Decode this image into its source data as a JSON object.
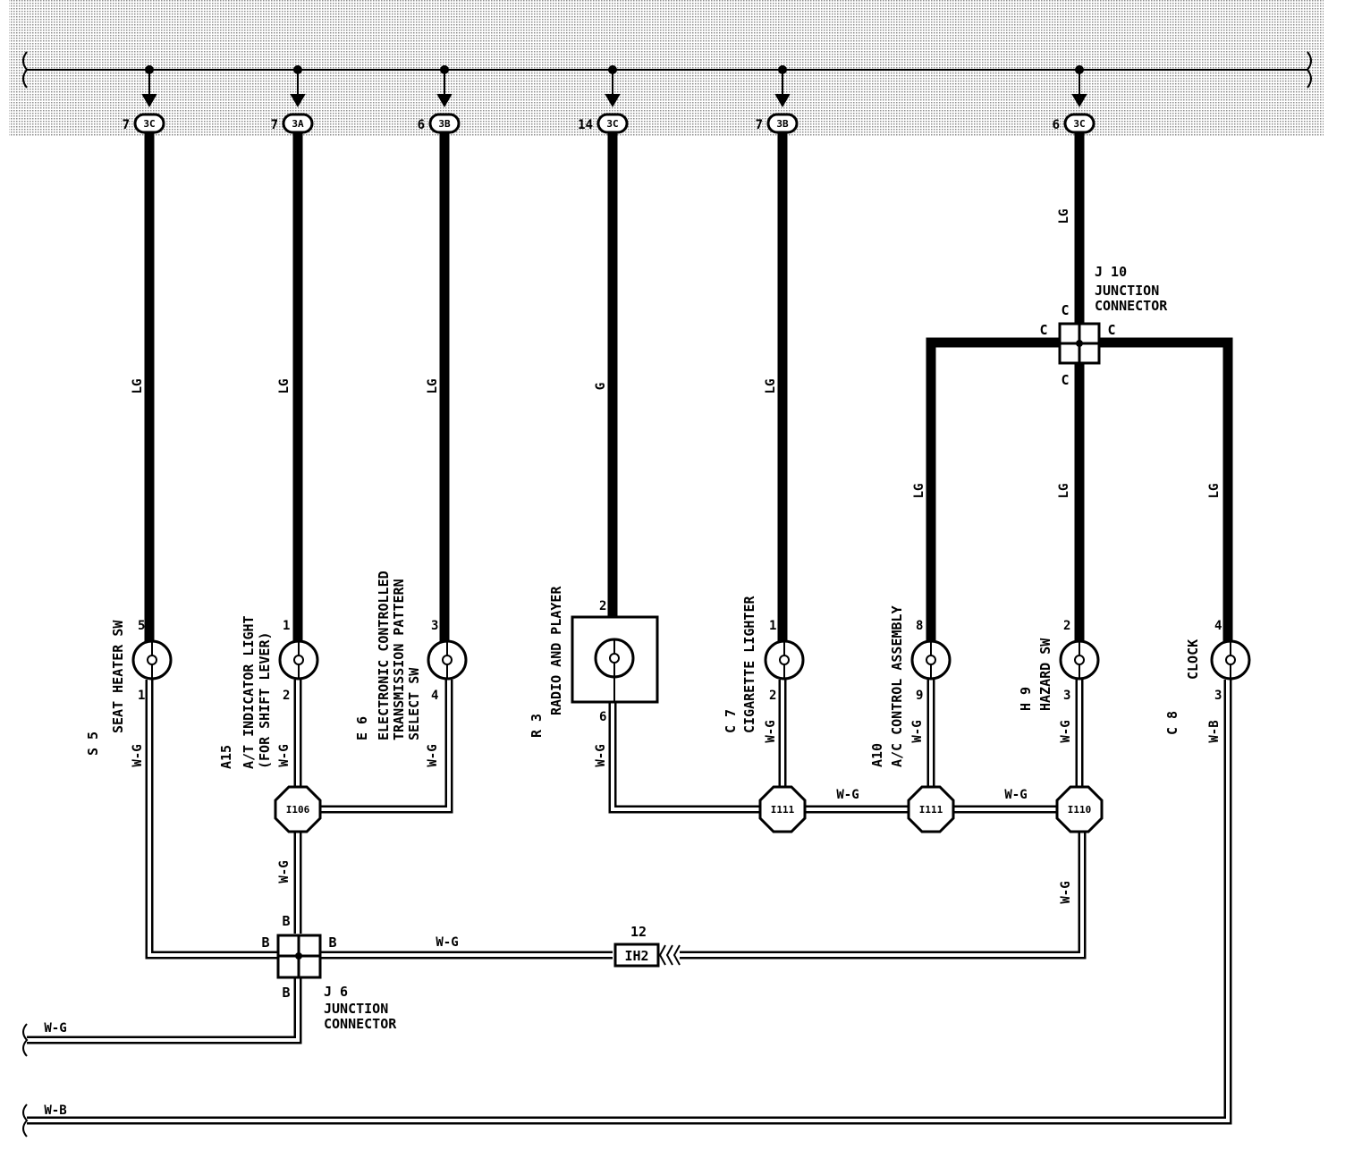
{
  "colors": {
    "wire": "#000000",
    "panel_shade": "#d8d8d8",
    "background": "#ffffff"
  },
  "top_connectors": [
    {
      "pin": "7",
      "code": "3C"
    },
    {
      "pin": "7",
      "code": "3A"
    },
    {
      "pin": "6",
      "code": "3B"
    },
    {
      "pin": "14",
      "code": "3C"
    },
    {
      "pin": "7",
      "code": "3B"
    },
    {
      "pin": "6",
      "code": "3C"
    }
  ],
  "components": [
    {
      "ref": "S 5",
      "name": "SEAT HEATER SW",
      "pin_top": "5",
      "pin_bottom": "1",
      "wire_top": "LG",
      "wire_bottom": "W-G"
    },
    {
      "ref": "A15",
      "name": "A/T INDICATOR LIGHT",
      "name2": "(FOR SHIFT LEVER)",
      "pin_top": "1",
      "pin_bottom": "2",
      "wire_top": "LG",
      "wire_bottom": "W-G"
    },
    {
      "ref": "E 6",
      "name": "ELECTRONIC CONTROLLED",
      "name2": "TRANSMISSION PATTERN",
      "name3": "SELECT SW",
      "pin_top": "3",
      "pin_bottom": "4",
      "wire_top": "LG",
      "wire_bottom": "W-G"
    },
    {
      "ref": "R 3",
      "name": "RADIO AND PLAYER",
      "pin_top": "2",
      "pin_bottom": "6",
      "wire_top": "G",
      "wire_bottom": "W-G"
    },
    {
      "ref": "C 7",
      "name": "CIGARETTE LIGHTER",
      "pin_top": "1",
      "pin_bottom": "2",
      "wire_top": "LG",
      "wire_bottom": "W-G"
    },
    {
      "ref": "A10",
      "name": "A/C CONTROL ASSEMBLY",
      "pin_top": "8",
      "pin_bottom": "9",
      "wire_top": "LG",
      "wire_bottom": "W-G"
    },
    {
      "ref": "H 9",
      "name": "HAZARD SW",
      "pin_top": "2",
      "pin_bottom": "3",
      "wire_top": "LG",
      "wire_bottom": "W-G"
    },
    {
      "ref": "C 8",
      "name": "CLOCK",
      "pin_top": "4",
      "pin_bottom": "3",
      "wire_top": "LG",
      "wire_bottom": "W-B"
    }
  ],
  "junction_j10": {
    "ref": "J 10",
    "name": "JUNCTION",
    "name2": "CONNECTOR",
    "pin": "C",
    "wire_top": "LG"
  },
  "junction_j6": {
    "ref": "J 6",
    "name": "JUNCTION",
    "name2": "CONNECTOR",
    "pin": "B",
    "wire_top": "W-G"
  },
  "splices": {
    "i106": "I106",
    "i111a": "I111",
    "i111b": "I111",
    "i110": "I110"
  },
  "ih2": {
    "code": "IH2",
    "pin": "12"
  },
  "wires": {
    "wg": "W-G",
    "wb": "W-B"
  }
}
